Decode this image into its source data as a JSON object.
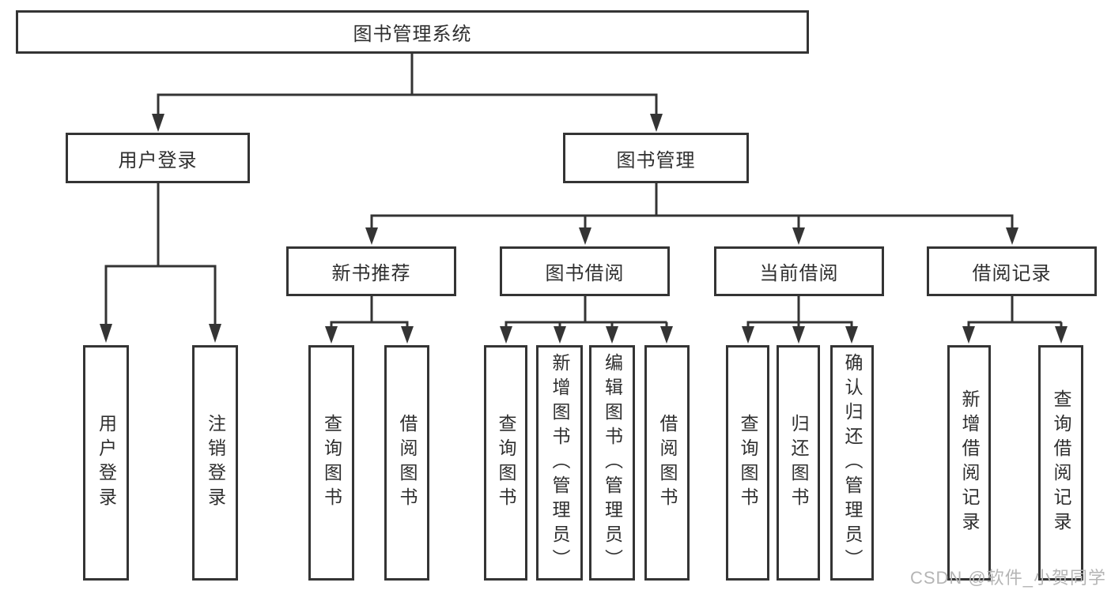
{
  "colors": {
    "line": "#343434",
    "text": "#2f2f2f",
    "background": "#ffffff",
    "watermark": "#b5b5b5"
  },
  "nodes": {
    "root": {
      "label": "图书管理系统"
    },
    "user_login": {
      "label": "用户登录"
    },
    "book_mgmt": {
      "label": "图书管理"
    },
    "new_book_rec": {
      "label": "新书推荐"
    },
    "book_borrow": {
      "label": "图书借阅"
    },
    "current_borrow": {
      "label": "当前借阅"
    },
    "borrow_record": {
      "label": "借阅记录"
    },
    "leaf_user_login": {
      "label": "用户登录"
    },
    "leaf_logout": {
      "label": "注销登录"
    },
    "leaf_nbr_query": {
      "label": "查询图书"
    },
    "leaf_nbr_borrow": {
      "label": "借阅图书"
    },
    "leaf_bb_query": {
      "label": "查询图书"
    },
    "leaf_bb_add": {
      "label": "新增图书（管理员）"
    },
    "leaf_bb_edit": {
      "label": "编辑图书（管理员）"
    },
    "leaf_bb_borrow": {
      "label": "借阅图书"
    },
    "leaf_cb_query": {
      "label": "查询图书"
    },
    "leaf_cb_return": {
      "label": "归还图书"
    },
    "leaf_cb_confirm": {
      "label": "确认归还（管理员）"
    },
    "leaf_br_add": {
      "label": "新增借阅记录"
    },
    "leaf_br_query": {
      "label": "查询借阅记录"
    }
  },
  "watermark": {
    "text": "CSDN @软件_小贺同学"
  }
}
